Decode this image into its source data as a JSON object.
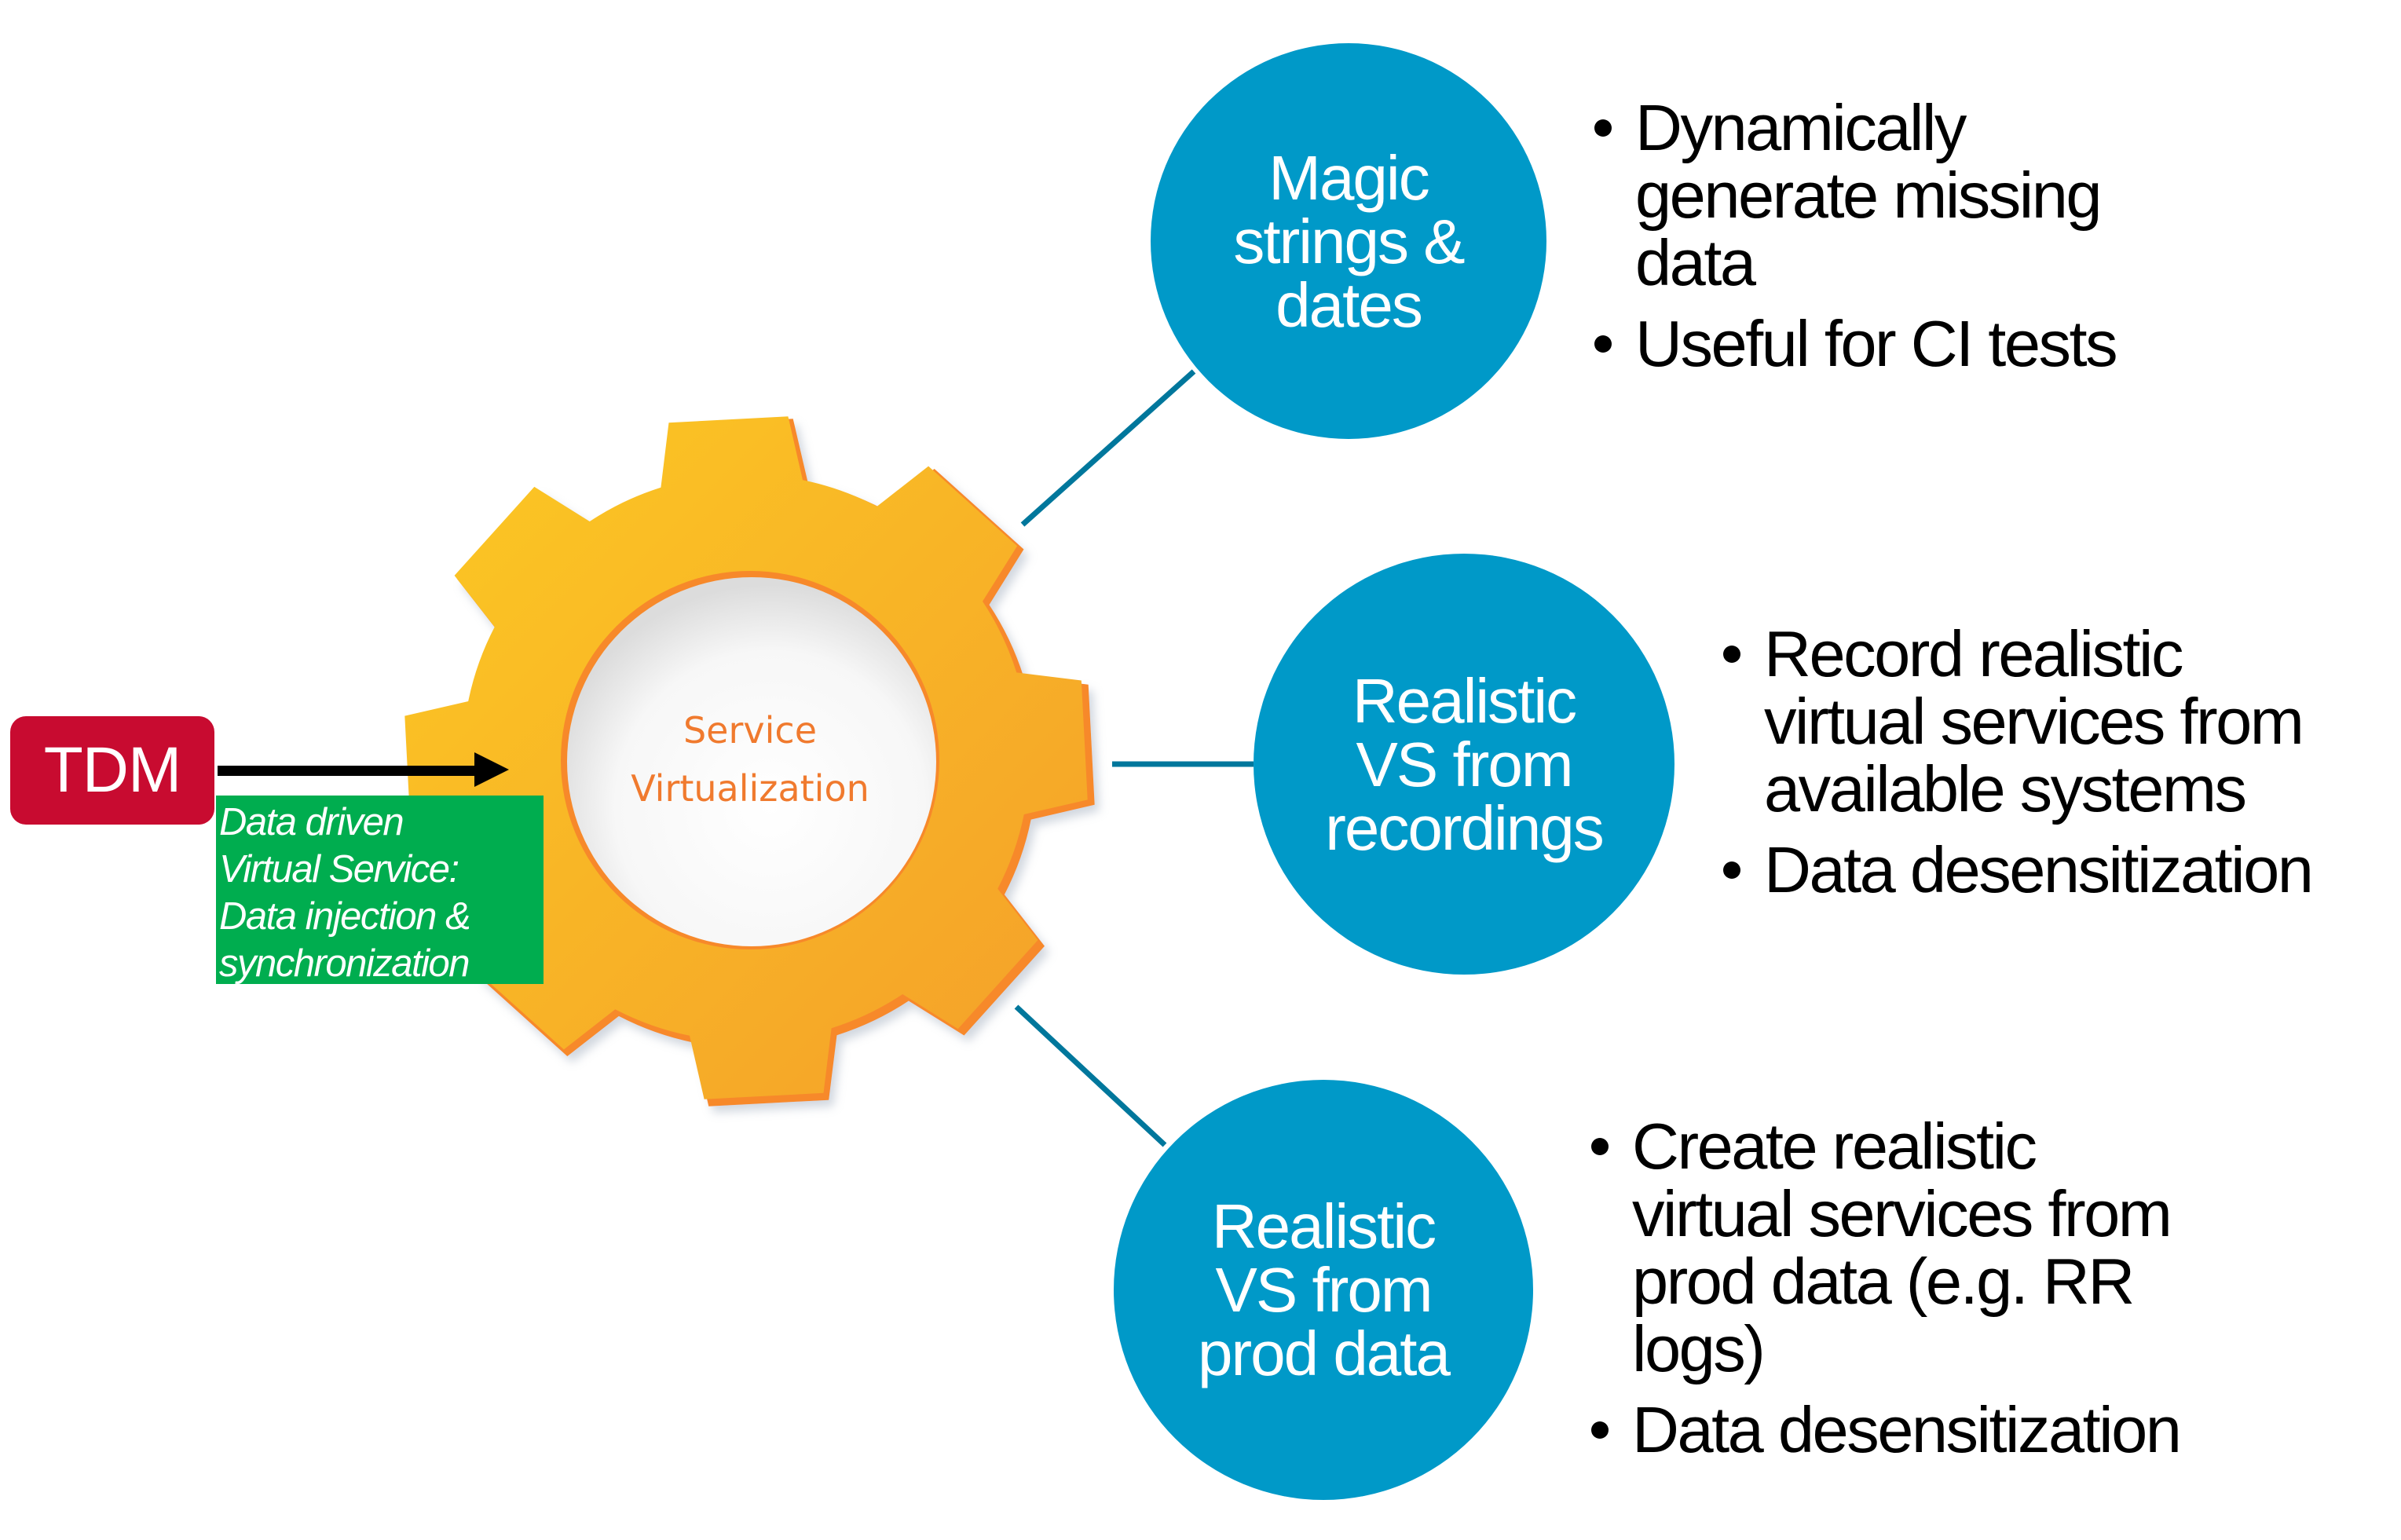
{
  "colors": {
    "bubble_blue": "#0099c8",
    "connector_blue": "#00779c",
    "gear_yellow": "#fbc324",
    "gear_orange": "#f5a328",
    "gear_rim": "#f7892a",
    "gear_label": "#f07a2e",
    "tdm_red": "#c80b30",
    "note_green": "#00ad4f"
  },
  "gear": {
    "icon": "gear-icon",
    "label_lines": [
      "Service",
      "Virtualization"
    ]
  },
  "tdm": {
    "label": "TDM",
    "arrow_icon": "arrow-right-icon",
    "note_lines": [
      "Data driven",
      "Virtual Service:",
      "Data injection &",
      "synchronization"
    ]
  },
  "branches": [
    {
      "title_lines": [
        "Magic",
        "strings &",
        "dates"
      ],
      "bullets": [
        {
          "lines": [
            "Dynamically",
            "generate missing",
            "data"
          ]
        },
        {
          "lines": [
            "Useful for CI tests"
          ]
        }
      ]
    },
    {
      "title_lines": [
        "Realistic",
        "VS from",
        "recordings"
      ],
      "bullets": [
        {
          "lines": [
            "Record realistic",
            "virtual services from",
            "available systems"
          ]
        },
        {
          "lines": [
            "Data desensitization"
          ]
        }
      ]
    },
    {
      "title_lines": [
        "Realistic",
        "VS from",
        "prod data"
      ],
      "bullets": [
        {
          "lines": [
            "Create realistic",
            "virtual services from",
            "prod data (e.g. RR",
            "logs)"
          ]
        },
        {
          "lines": [
            "Data desensitization"
          ]
        }
      ]
    }
  ]
}
